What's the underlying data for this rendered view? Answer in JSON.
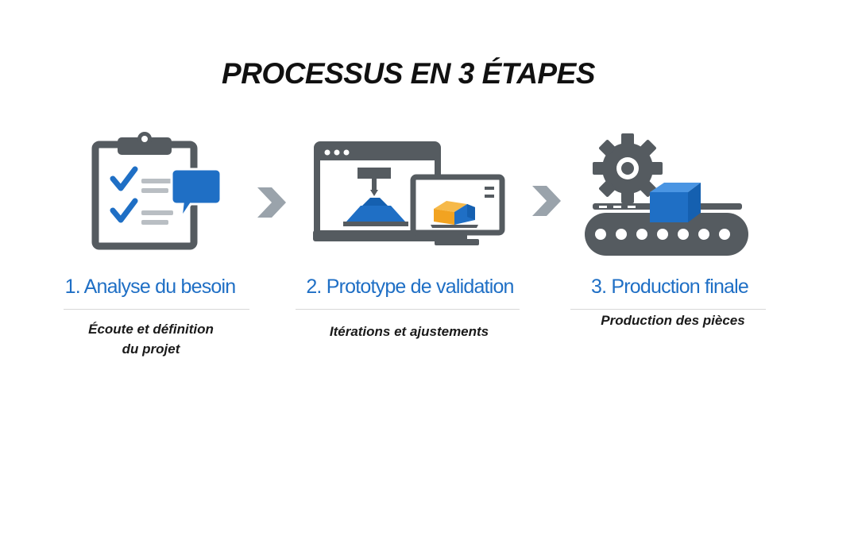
{
  "title": "PROCESSUS EN 3 ÉTAPES",
  "colors": {
    "accent_blue": "#1f6fc5",
    "icon_gray": "#555b60",
    "chevron_gray": "#9aa3ab",
    "orange": "#f2a321"
  },
  "steps": [
    {
      "title": "1. Analyse du besoin",
      "description_lines": [
        "Écoute et définition",
        "du projet"
      ],
      "icon": "clipboard-checklist-chat-icon"
    },
    {
      "title": "2. Prototype de validation",
      "description_lines": [
        "Itérations et ajustements"
      ],
      "icon": "3d-printer-monitor-icon"
    },
    {
      "title": "3. Production finale",
      "description_lines": [
        "Production des pièces"
      ],
      "icon": "gear-conveyor-box-icon"
    }
  ],
  "arrows": [
    "chevron-right-icon",
    "chevron-right-icon"
  ]
}
